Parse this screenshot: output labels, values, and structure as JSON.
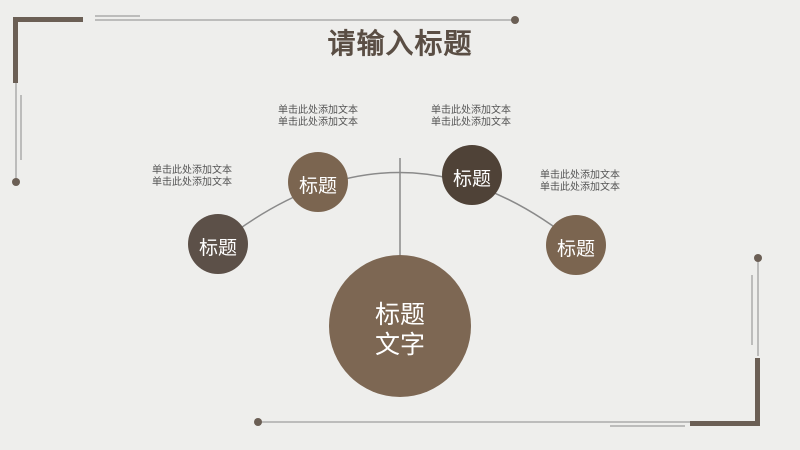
{
  "title": "请输入标题",
  "center_node": {
    "line1": "标题",
    "line2": "文字"
  },
  "nodes": [
    {
      "label": "标题",
      "caption_line1": "单击此处添加文本",
      "caption_line2": "单击此处添加文本",
      "color": "#5c5048"
    },
    {
      "label": "标题",
      "caption_line1": "单击此处添加文本",
      "caption_line2": "单击此处添加文本",
      "color": "#7b6550"
    },
    {
      "label": "标题",
      "caption_line1": "单击此处添加文本",
      "caption_line2": "单击此处添加文本",
      "color": "#4f4237"
    },
    {
      "label": "标题",
      "caption_line1": "单击此处添加文本",
      "caption_line2": "单击此处添加文本",
      "color": "#7b6550"
    }
  ],
  "colors": {
    "background": "#eeeeec",
    "center": "#7d6753",
    "frame": "#6b5f55",
    "line": "#8a8a8a",
    "title": "#5a4e44"
  }
}
